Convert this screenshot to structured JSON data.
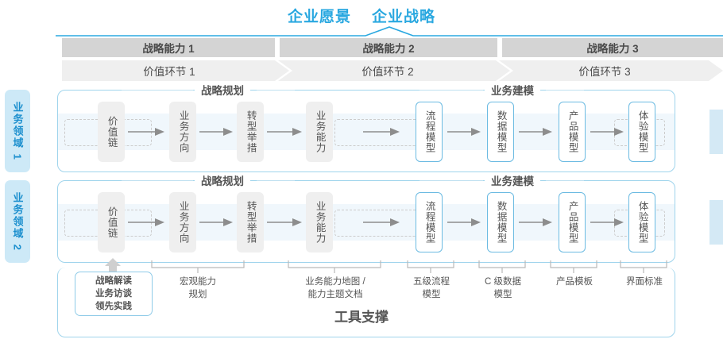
{
  "header": {
    "vision": "企业愿景",
    "strategy": "企业战略",
    "accent_color": "#2aa8e0"
  },
  "capabilities": [
    {
      "label": "战略能力 1"
    },
    {
      "label": "战略能力 2"
    },
    {
      "label": "战略能力 3"
    }
  ],
  "value_chains": [
    {
      "label": "价值环节 1"
    },
    {
      "label": "价值环节 2"
    },
    {
      "label": "价值环节 3"
    }
  ],
  "domains": [
    {
      "tab_label": "业务领域 1",
      "sections": [
        {
          "title": "战略规划"
        },
        {
          "title": "业务建模"
        }
      ],
      "nodes": [
        {
          "label": "价值链",
          "style": "gray"
        },
        {
          "label": "业务方向",
          "style": "gray"
        },
        {
          "label": "转型举措",
          "style": "gray"
        },
        {
          "label": "业务能力",
          "style": "gray"
        },
        {
          "label": "流程模型",
          "style": "blue"
        },
        {
          "label": "数据模型",
          "style": "blue"
        },
        {
          "label": "产品模型",
          "style": "blue"
        },
        {
          "label": "体验模型",
          "style": "blue"
        }
      ]
    },
    {
      "tab_label": "业务领域 2",
      "sections": [
        {
          "title": "战略规划"
        },
        {
          "title": "业务建模"
        }
      ],
      "nodes": [
        {
          "label": "价值链",
          "style": "gray"
        },
        {
          "label": "业务方向",
          "style": "gray"
        },
        {
          "label": "转型举措",
          "style": "gray"
        },
        {
          "label": "业务能力",
          "style": "gray"
        },
        {
          "label": "流程模型",
          "style": "blue"
        },
        {
          "label": "数据模型",
          "style": "blue"
        },
        {
          "label": "产品模型",
          "style": "blue"
        },
        {
          "label": "体验模型",
          "style": "blue"
        }
      ]
    }
  ],
  "tools": {
    "badge": "战略解读\n业务访谈\n领先实践",
    "badge_lines": [
      "战略解读",
      "业务访谈",
      "领先实践"
    ],
    "items": [
      {
        "lines": [
          "宏观能力",
          "规划"
        ]
      },
      {
        "lines": [
          "业务能力地图 /",
          "能力主题文档"
        ]
      },
      {
        "lines": [
          "五级流程",
          "模型"
        ]
      },
      {
        "lines": [
          "C 级数据",
          "模型"
        ]
      },
      {
        "lines": [
          "产品模板"
        ]
      },
      {
        "lines": [
          "界面标准"
        ]
      }
    ],
    "title": "工具支撑"
  },
  "colors": {
    "capability_bar": "#d4d4d4",
    "value_chain_bar": "#efefef",
    "row_border": "#9fd4ec",
    "band": "#f0f7fc",
    "node_blue_border": "#6cbbe2",
    "tab_bg": "#cde9f7",
    "tab_text": "#1b8fce"
  }
}
